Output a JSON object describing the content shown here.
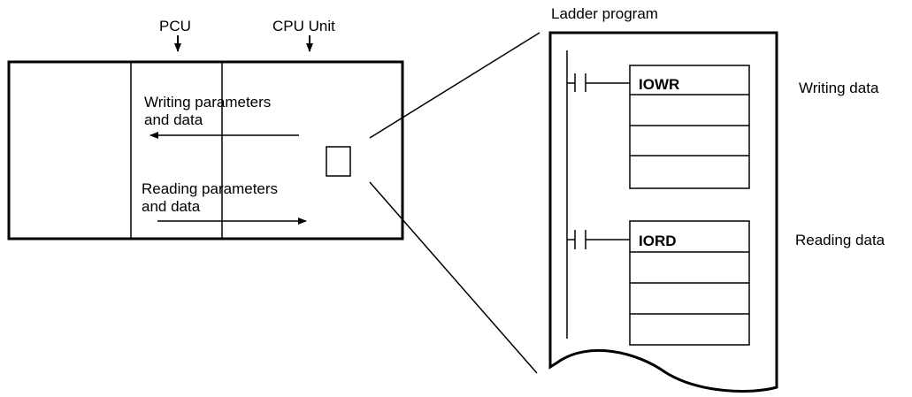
{
  "labels": {
    "pcu": "PCU",
    "cpu_unit": "CPU Unit",
    "ladder_program": "Ladder program",
    "writing_params_line1": "Writing parameters",
    "writing_params_line2": "and data",
    "reading_params_line1": "Reading parameters",
    "reading_params_line2": "and data",
    "writing_data": "Writing data",
    "reading_data": "Reading data"
  },
  "instructions": {
    "write": "IOWR",
    "read": "IORD"
  }
}
